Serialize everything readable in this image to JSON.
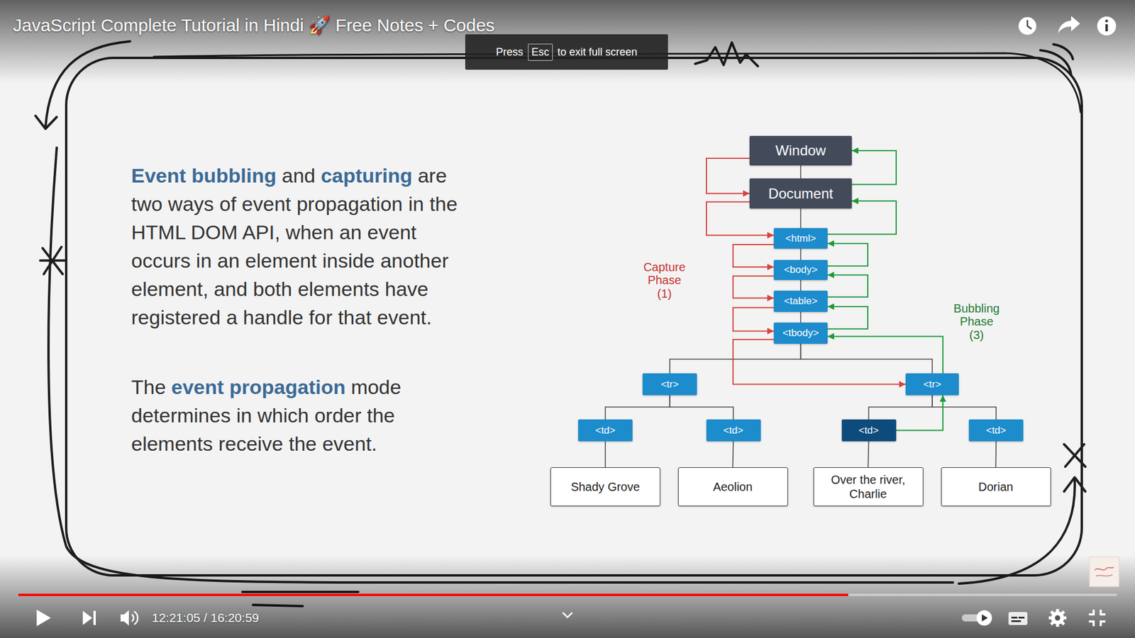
{
  "diagram": {
    "title": "JavaScript Complete Tutorial in Hindi 🚀 Free Notes + Codes",
    "nodes": [
      {
        "text": [
          "Window"
        ]
      },
      {
        "text": [
          "Document"
        ]
      },
      {
        "text": [
          "<html>"
        ]
      },
      {
        "text": [
          "<body>"
        ]
      },
      {
        "text": [
          "<table>"
        ]
      },
      {
        "text": [
          "<tbody>"
        ]
      },
      {
        "text": [
          "<tr>"
        ]
      },
      {
        "text": [
          "<tr>"
        ]
      },
      {
        "text": [
          "<td>"
        ]
      },
      {
        "text": [
          "<td>"
        ]
      },
      {
        "text": [
          "<td>"
        ]
      },
      {
        "text": [
          "<td>"
        ]
      },
      {
        "text": [
          "Shady Grove"
        ]
      },
      {
        "text": [
          "Aeolion"
        ]
      },
      {
        "text": [
          "Over the river, Charlie"
        ]
      },
      {
        "text": [
          "Dorian"
        ]
      }
    ],
    "edges": [
      {
        "from": 0,
        "to": 1,
        "arrow": "none"
      },
      {
        "from": 1,
        "to": 2,
        "arrow": "none"
      },
      {
        "from": 2,
        "to": 3,
        "arrow": "none"
      },
      {
        "from": 3,
        "to": 4,
        "arrow": "none"
      },
      {
        "from": 4,
        "to": 5,
        "arrow": "none"
      },
      {
        "from": 5,
        "to": 6,
        "arrow": "none"
      },
      {
        "from": 5,
        "to": 7,
        "arrow": "none"
      },
      {
        "from": 6,
        "to": 8,
        "arrow": "none"
      },
      {
        "from": 6,
        "to": 9,
        "arrow": "none"
      },
      {
        "from": 7,
        "to": 10,
        "arrow": "none"
      },
      {
        "from": 7,
        "to": 11,
        "arrow": "none"
      },
      {
        "from": 8,
        "to": 12,
        "arrow": "none"
      },
      {
        "from": 9,
        "to": 13,
        "arrow": "none"
      },
      {
        "from": 10,
        "to": 14,
        "arrow": "none"
      },
      {
        "from": 11,
        "to": 15,
        "arrow": "none"
      },
      {
        "from": 0,
        "to": 1,
        "arrow": "to"
      },
      {
        "from": 1,
        "to": 2,
        "arrow": "to"
      },
      {
        "from": 2,
        "to": 3,
        "arrow": "to"
      },
      {
        "from": 3,
        "to": 4,
        "arrow": "to"
      },
      {
        "from": 4,
        "to": 5,
        "arrow": "to"
      },
      {
        "from": 5,
        "to": 7,
        "arrow": "to"
      },
      {
        "from": 10,
        "to": 7,
        "arrow": "to"
      },
      {
        "from": 7,
        "to": 5,
        "arrow": "to"
      },
      {
        "from": 5,
        "to": 4,
        "arrow": "to"
      },
      {
        "from": 4,
        "to": 3,
        "arrow": "to"
      },
      {
        "from": 3,
        "to": 2,
        "arrow": "to"
      },
      {
        "from": 2,
        "to": 1,
        "arrow": "to"
      },
      {
        "from": 1,
        "to": 0,
        "arrow": "to"
      }
    ],
    "labels": [
      "Press",
      "Esc",
      "to exit full screen",
      "Event bubbling",
      "and",
      "capturing",
      "are two ways of event propagation in the HTML DOM API, when an event occurs in an element inside another element, and both elements have registered a handle for that event.",
      "The",
      "event propagation",
      "mode determines in which order the elements receive the event.",
      "Capture Phase (1)",
      "Bubbling Phase (3)",
      "12:21:05 / 16:20:59"
    ]
  }
}
